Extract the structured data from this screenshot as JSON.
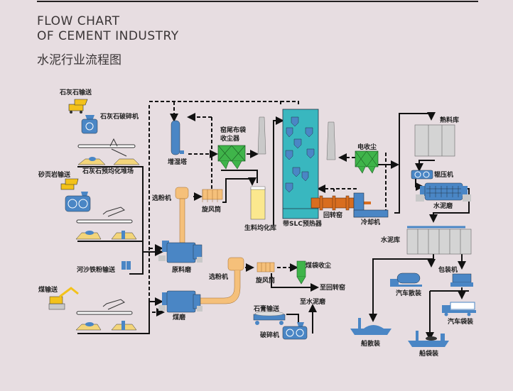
{
  "header": {
    "title_en_line1": "FLOW CHART",
    "title_en_line2": "OF CEMENT INDUSTRY",
    "title_cn": "水泥行业流程图"
  },
  "colors": {
    "background": "#e7dde1",
    "equipment_blue": "#4a86c5",
    "preheater_teal": "#39b7bf",
    "kiln_orange": "#d86d1f",
    "mill_feed_tan": "#f5c07a",
    "dust_collector_green": "#3fb44a",
    "silo_yellow": "#fbe88e",
    "silo_gray": "#c9c9c9",
    "truck_yellow": "#f3c21b",
    "line_dark": "#111111"
  },
  "labels": {
    "limestone_transport": "石灰石输送",
    "limestone_crusher": "石灰石破碎机",
    "limestone_prehomogenization_yard": "石灰石预均化堆场",
    "shale_transport": "砂页岩输送",
    "sand_iron_powder_transport": "河沙铁粉输送",
    "coal_transport": "煤输送",
    "humidifier_tower": "增湿塔",
    "kiln_tail_bag_filter_line1": "窑尾布袋",
    "kiln_tail_bag_filter_line2": "收尘器",
    "separator_raw": "选粉机",
    "cyclone_raw": "旋风筒",
    "raw_meal_homogenization_silo": "生料均化库",
    "raw_mill": "原料磨",
    "preheater": "带SLC预热器",
    "rotary_kiln": "回转窑",
    "cooler": "冷却机",
    "electrostatic_precipitator": "电收尘",
    "clinker_silo": "熟料库",
    "roller_press": "辊压机",
    "cement_mill": "水泥磨",
    "cement_silo": "水泥库",
    "separator_coal": "选粉机",
    "cyclone_coal": "旋风筒",
    "coal_bag_filter": "煤袋收尘",
    "to_rotary_kiln": "至回转窑",
    "coal_mill": "煤磨",
    "gypsum_transport": "石膏输送",
    "gypsum_crusher": "破碎机",
    "to_cement_mill": "至水泥磨",
    "packing_machine": "包装机",
    "truck_bulk": "汽车散装",
    "truck_bagged": "汽车袋装",
    "ship_bulk": "船散装",
    "ship_bagged": "船袋装"
  }
}
